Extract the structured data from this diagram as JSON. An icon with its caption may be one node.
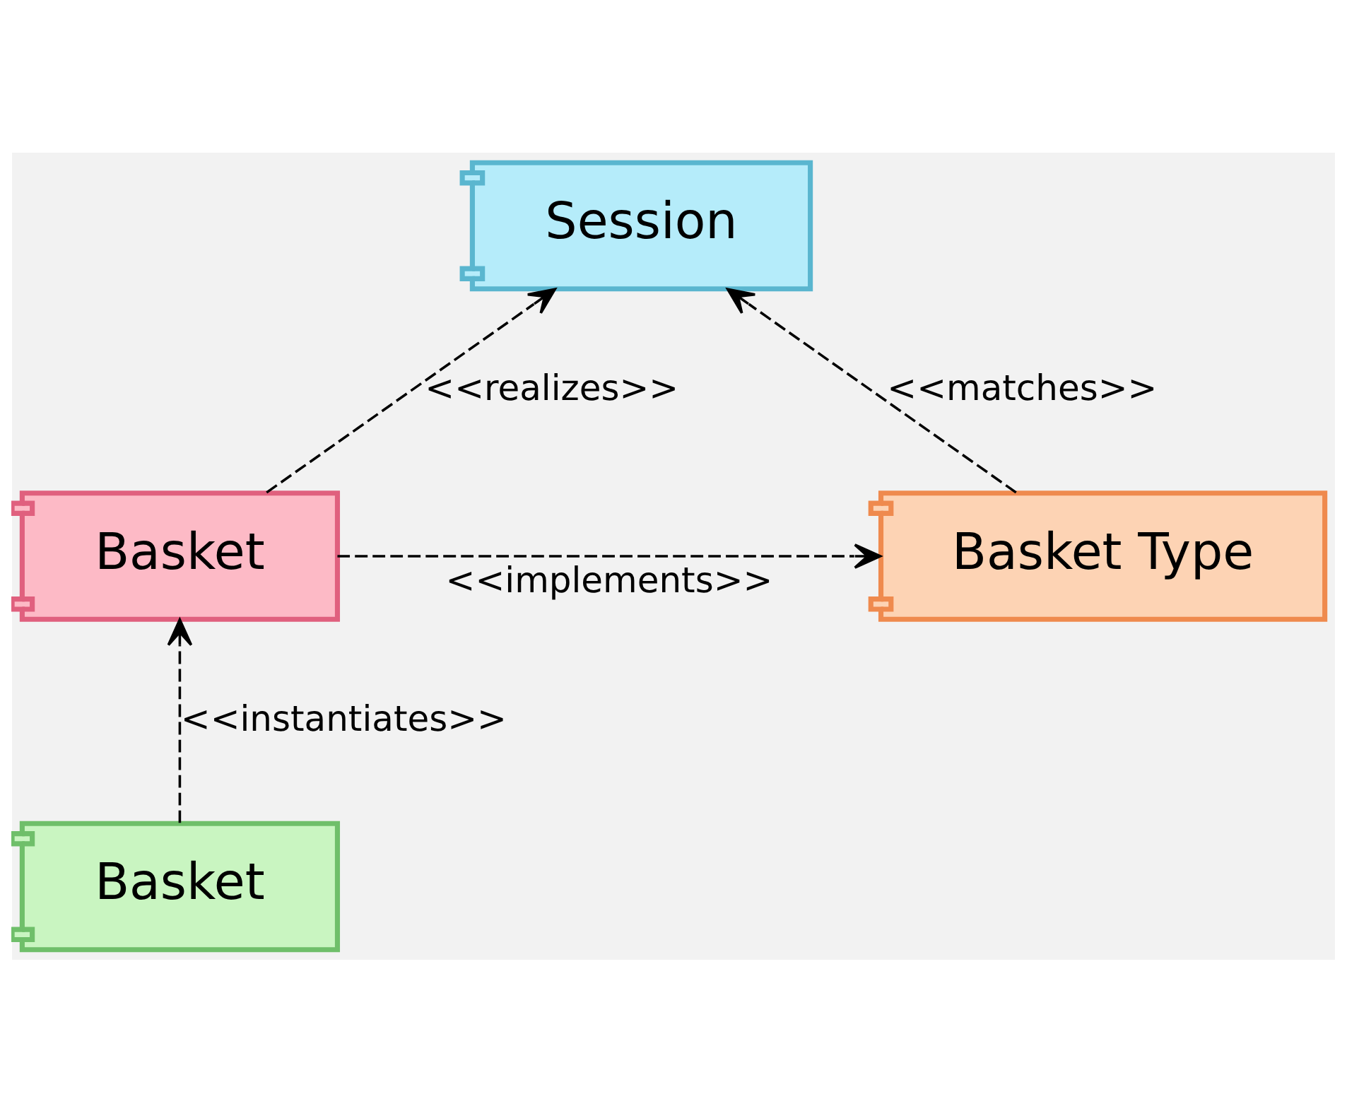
{
  "diagram": {
    "nodes": [
      {
        "text": [
          "Session"
        ]
      },
      {
        "text": [
          "Basket"
        ]
      },
      {
        "text": [
          "Basket Type"
        ]
      },
      {
        "text": [
          "Basket"
        ]
      }
    ],
    "edges": [
      {
        "from": 1,
        "to": 0,
        "arrow": "to",
        "style": "dashed",
        "label": "<<realizes>>"
      },
      {
        "from": 2,
        "to": 0,
        "arrow": "to",
        "style": "dashed",
        "label": "<<matches>>"
      },
      {
        "from": 1,
        "to": 2,
        "arrow": "to",
        "style": "dashed",
        "label": "<<implements>>"
      },
      {
        "from": 3,
        "to": 1,
        "arrow": "to",
        "style": "dashed",
        "label": "<<instantiates>>"
      }
    ]
  }
}
